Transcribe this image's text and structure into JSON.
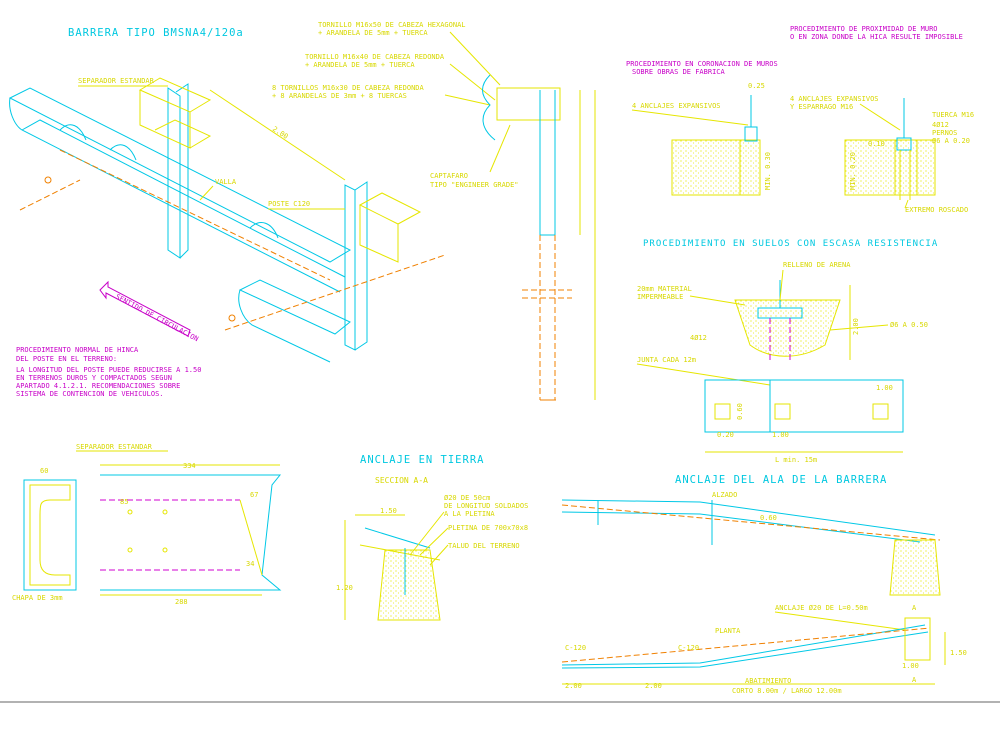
{
  "titles": {
    "barrera": "BARRERA TIPO BMSNA4/120a",
    "anclaje_tierra": "ANCLAJE EN TIERRA",
    "anclaje_ala": "ANCLAJE DEL ALA DE LA BARRERA",
    "suelos": "PROCEDIMIENTO EN SUELOS CON ESCASA RESISTENCIA"
  },
  "top_left": {
    "separador": "SEPARADOR ESTANDAR",
    "valla": "VALLA",
    "poste": "POSTE C120",
    "dim_200": "2.00",
    "direction": "SENTIDO DE CIRCULACION"
  },
  "bolts": {
    "b1_l1": "TORNILLO M16x50 DE CABEZA HEXAGONAL",
    "b1_l2": "+ ARANDELA DE 5mm + TUERCA",
    "b2_l1": "TORNILLO M16x40 DE CABEZA REDONDA",
    "b2_l2": "+ ARANDELA DE 5mm + TUERCA",
    "b3_l1": "8 TORNILLOS M16x30 DE CABEZA REDONDA",
    "b3_l2": "+ 8 ARANDELAS DE 3mm + 8 TUERCAS",
    "captafaro_l1": "CAPTAFARO",
    "captafaro_l2": "TIPO \"ENGINEER GRADE\""
  },
  "normal_note": {
    "l1": "PROCEDIMIENTO NORMAL DE HINCA",
    "l2": "DEL POSTE EN EL TERRENO:",
    "l3": "LA LONGITUD DEL POSTE PUEDE REDUCIRSE A 1.50",
    "l4": "EN TERRENOS DUROS Y COMPACTADOS SEGUN",
    "l5": "APARTADO 4.1.2.1. RECOMENDACIONES SOBRE",
    "l6": "SISTEMA DE CONTENCION DE VEHICULOS."
  },
  "muros": {
    "prox_l1": "PROCEDIMIENTO DE PROXIMIDAD DE MURO",
    "prox_l2": "O EN ZONA DONDE LA HICA RESULTE IMPOSIBLE",
    "coron_l1": "PROCEDIMIENTO EN CORONACION DE MUROS",
    "coron_l2": "SOBRE OBRAS DE FABRICA",
    "anclajes_a": "4 ANCLAJES EXPANSIVOS",
    "anclajes_b1": "4 ANCLAJES EXPANSIVOS",
    "anclajes_b2": "Y ESPARRAGO M16",
    "tuerca": "TUERCA M16",
    "d412": "4Ø12",
    "pernos": "PERNOS",
    "d6": "Ø6 A 0.20",
    "min030": "MIN. 0.30",
    "min020": "MIN. 0.20",
    "dim_025": "0.25",
    "dim_010": "0.10",
    "extremo": "EXTREMO ROSCADO"
  },
  "suelos": {
    "relleno": "RELLENO DE ARENA",
    "material_l1": "20mm MATERIAL",
    "material_l2": "IMPERMEABLE",
    "d412": "4Ø12",
    "d6": "Ø6 A 0.50",
    "junta": "JUNTA CADA 12m",
    "dim_200": "2.00",
    "dim_100": "1.00",
    "dim_020": "0.20",
    "dim_060": "0.60",
    "lmin": "L min. 15m"
  },
  "separador": {
    "title": "SEPARADOR ESTANDAR",
    "chapa": "CHAPA DE 3mm",
    "d334": "334",
    "d288": "288",
    "d60": "60",
    "d85": "85",
    "d67": "67",
    "d34": "34"
  },
  "anclaje_tierra": {
    "seccion": "SECCION A-A",
    "redondo_l1": "Ø20 DE 50cm",
    "redondo_l2": "DE LONGITUD SOLDADOS",
    "redondo_l3": "A LA PLETINA",
    "pletina": "PLETINA DE 700x70x8",
    "talud": "TALUD DEL TERRENO",
    "dim_150": "1.50",
    "dim_120": "1.20"
  },
  "anclaje_ala": {
    "alzado": "ALZADO",
    "planta": "PLANTA",
    "anclaje": "ANCLAJE Ø20 DE L=0.50m",
    "c120_a": "C-120",
    "c120_b": "C-120",
    "dim_200a": "2.00",
    "dim_200b": "2.00",
    "abatimiento": "ABATIMIENTO",
    "corto": "CORTO 8.00m / LARGO 12.00m",
    "dim_150": "1.50",
    "dim_100": "1.00",
    "dim_060": "0.60",
    "a_mark": "A"
  },
  "colors": {
    "yellow": "#e6e600",
    "cyan": "#00c8e6",
    "magenta": "#d000d0",
    "orange": "#f08000"
  }
}
